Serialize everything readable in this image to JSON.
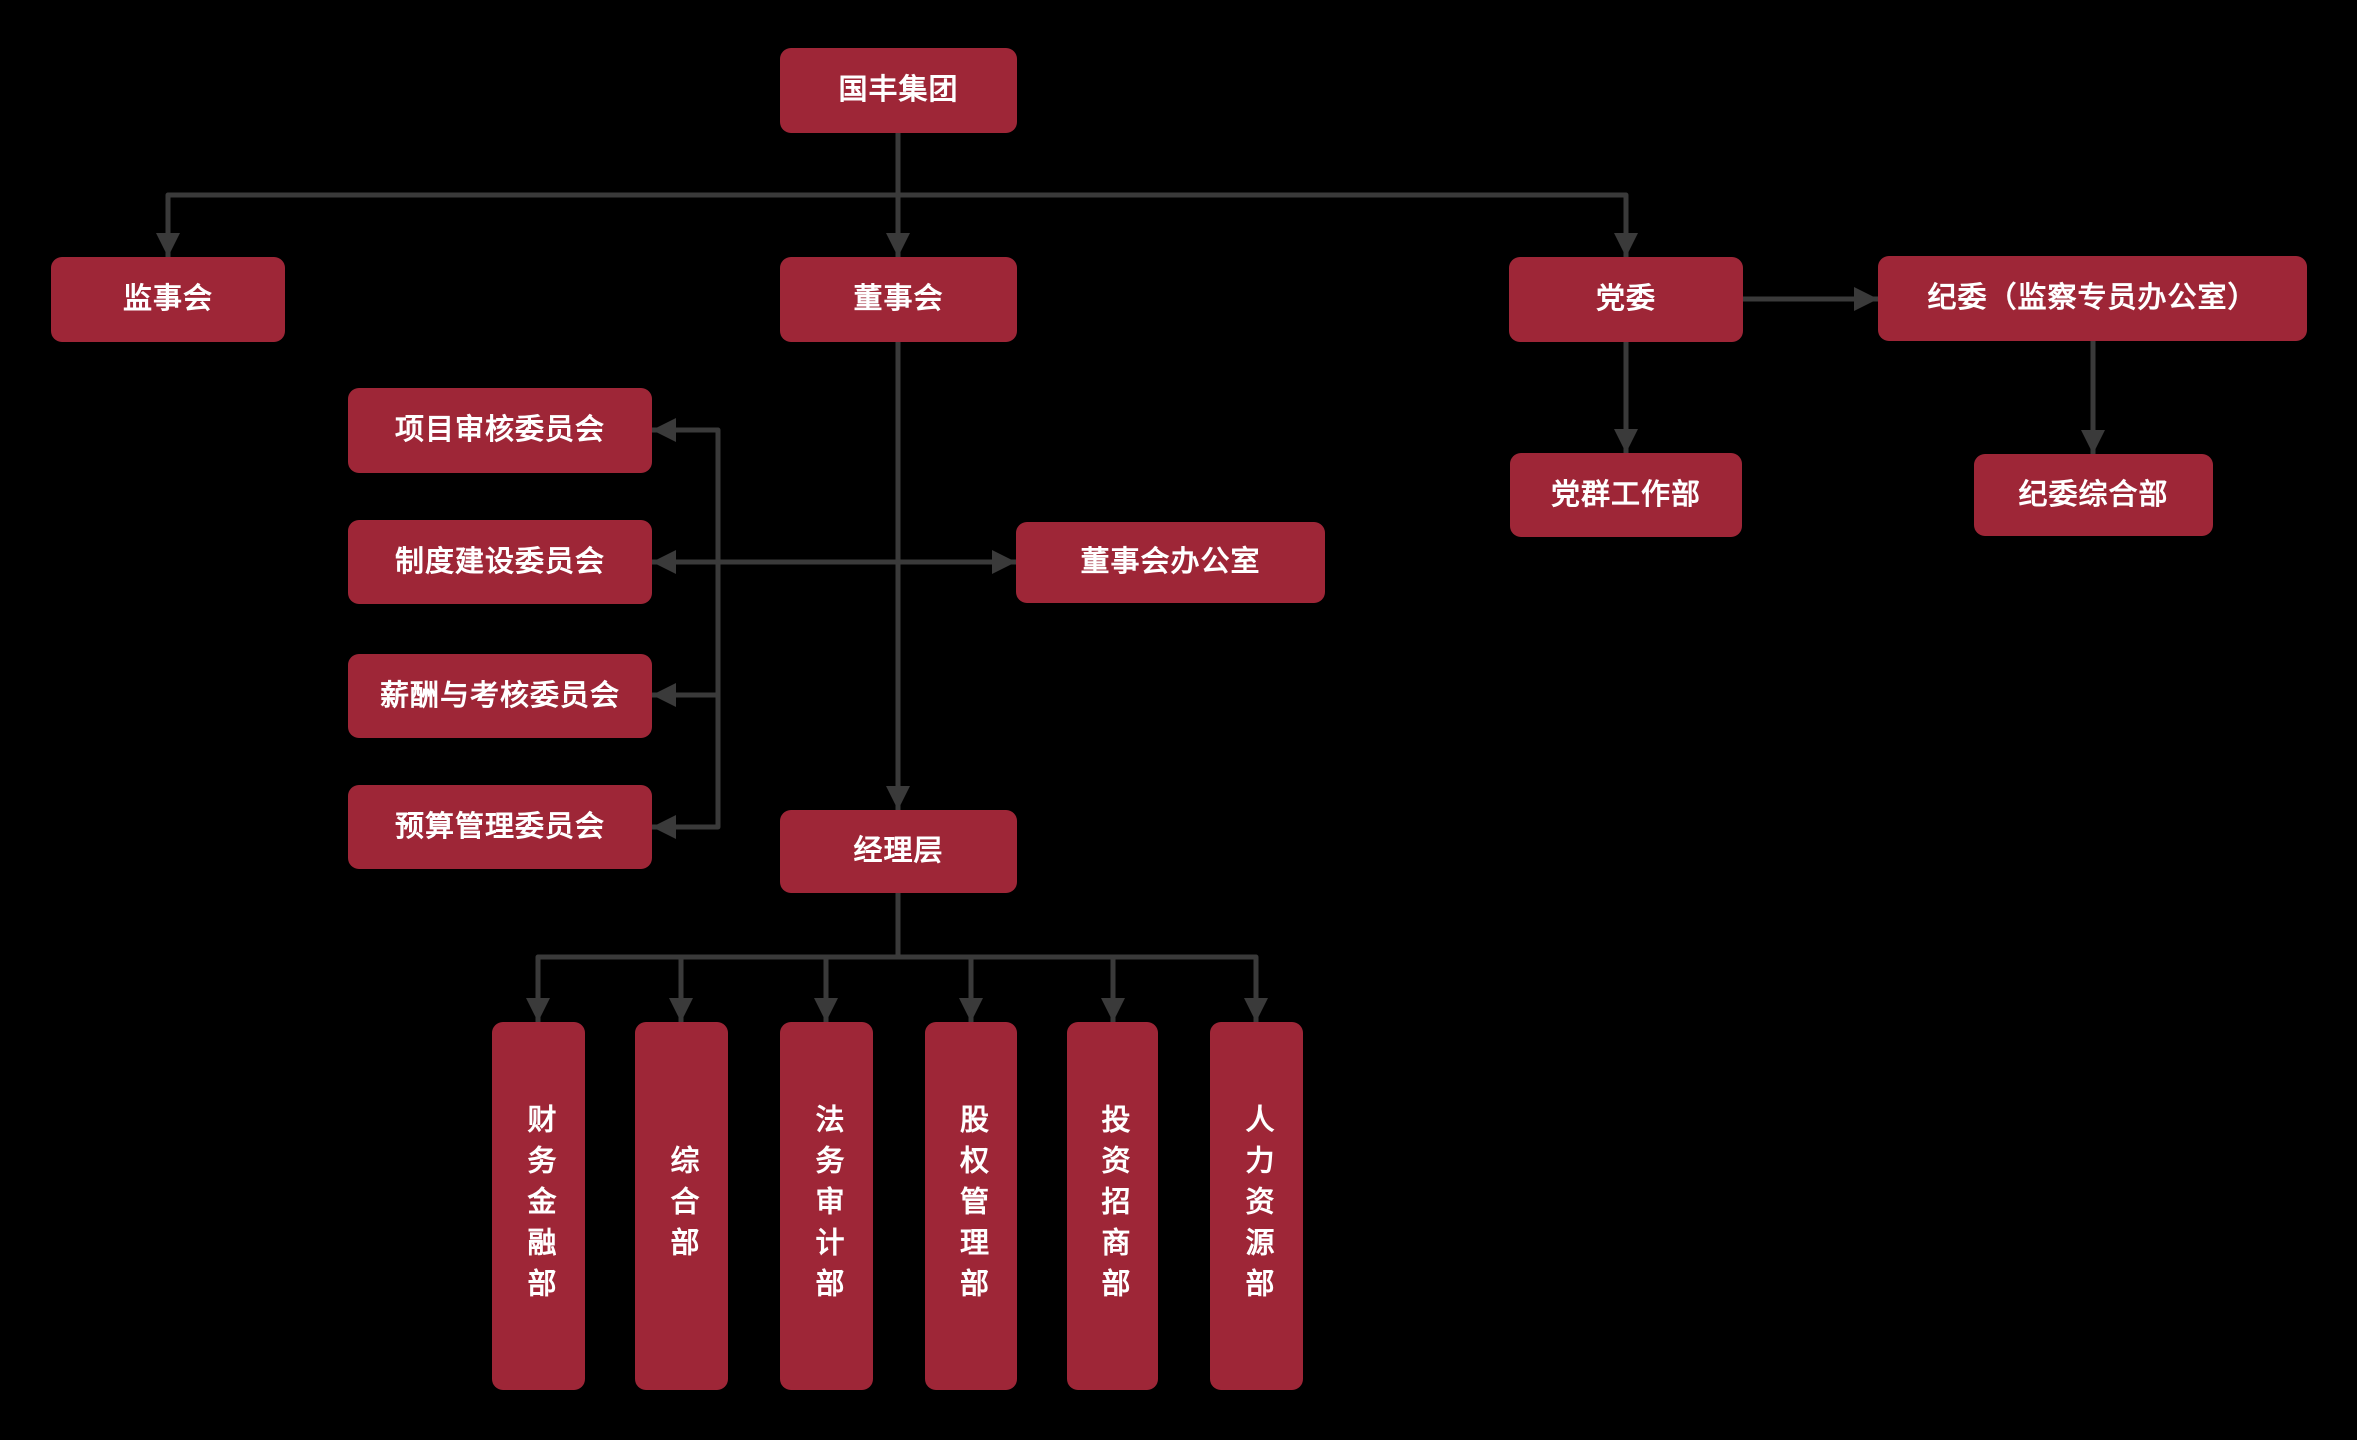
{
  "theme": {
    "background": "#000000",
    "node_fill": "#9e2637",
    "node_text": "#ffffff",
    "line_color": "#3a3a3a"
  },
  "nodes": {
    "group": {
      "label": "国丰集团"
    },
    "supervisory_board": {
      "label": "监事会"
    },
    "board_of_directors": {
      "label": "董事会"
    },
    "party_committee": {
      "label": "党委"
    },
    "discipline_committee": {
      "label": "纪委（监察专员办公室）"
    },
    "project_review_committee": {
      "label": "项目审核委员会"
    },
    "system_construction_committee": {
      "label": "制度建设委员会"
    },
    "compensation_assessment_committee": {
      "label": "薪酬与考核委员会"
    },
    "budget_management_committee": {
      "label": "预算管理委员会"
    },
    "board_office": {
      "label": "董事会办公室"
    },
    "party_mass_work_dept": {
      "label": "党群工作部"
    },
    "discipline_general_dept": {
      "label": "纪委综合部"
    },
    "management_level": {
      "label": "经理层"
    },
    "finance_dept": {
      "label": "财务金融部"
    },
    "general_dept": {
      "label": "综合部"
    },
    "legal_audit_dept": {
      "label": "法务审计部"
    },
    "equity_management_dept": {
      "label": "股权管理部"
    },
    "investment_promotion_dept": {
      "label": "投资招商部"
    },
    "hr_dept": {
      "label": "人力资源部"
    }
  },
  "edges": [
    {
      "from": "group",
      "to": "supervisory_board",
      "style": "arrow"
    },
    {
      "from": "group",
      "to": "board_of_directors",
      "style": "arrow"
    },
    {
      "from": "group",
      "to": "party_committee",
      "style": "arrow"
    },
    {
      "from": "party_committee",
      "to": "discipline_committee",
      "style": "arrow"
    },
    {
      "from": "party_committee",
      "to": "party_mass_work_dept",
      "style": "arrow"
    },
    {
      "from": "discipline_committee",
      "to": "discipline_general_dept",
      "style": "arrow"
    },
    {
      "from": "board_of_directors",
      "to": "project_review_committee",
      "style": "arrow"
    },
    {
      "from": "board_of_directors",
      "to": "system_construction_committee",
      "style": "arrow"
    },
    {
      "from": "board_of_directors",
      "to": "compensation_assessment_committee",
      "style": "arrow"
    },
    {
      "from": "board_of_directors",
      "to": "budget_management_committee",
      "style": "arrow"
    },
    {
      "from": "board_of_directors",
      "to": "board_office",
      "style": "arrow"
    },
    {
      "from": "board_of_directors",
      "to": "management_level",
      "style": "arrow"
    },
    {
      "from": "management_level",
      "to": "finance_dept",
      "style": "arrow"
    },
    {
      "from": "management_level",
      "to": "general_dept",
      "style": "arrow"
    },
    {
      "from": "management_level",
      "to": "legal_audit_dept",
      "style": "arrow"
    },
    {
      "from": "management_level",
      "to": "equity_management_dept",
      "style": "arrow"
    },
    {
      "from": "management_level",
      "to": "investment_promotion_dept",
      "style": "arrow"
    },
    {
      "from": "management_level",
      "to": "hr_dept",
      "style": "arrow"
    }
  ]
}
